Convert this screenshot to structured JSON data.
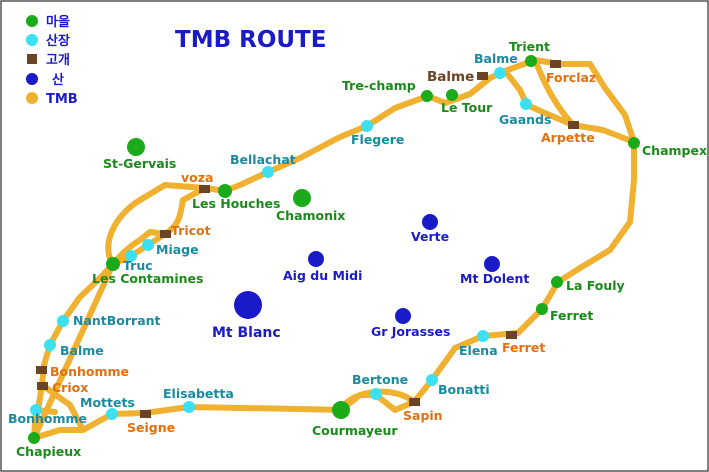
{
  "title": "TMB ROUTE",
  "colors": {
    "route": "#f0b030",
    "village": "#1aaa1a",
    "hut": "#3de0f0",
    "pass": "#6b4423",
    "mountain": "#1a1ac8",
    "village_text": "#1a8a1a",
    "hut_text": "#1a8aa0",
    "pass_text": "#e07010",
    "mountain_text": "#1a1ac8",
    "title": "#1a1ac8"
  },
  "legend": [
    {
      "type": "village",
      "label": "마을"
    },
    {
      "type": "hut",
      "label": "산장"
    },
    {
      "type": "pass",
      "label": "고개"
    },
    {
      "type": "mountain",
      "label": "산"
    },
    {
      "type": "route",
      "label": "TMB"
    }
  ],
  "places": [
    {
      "name": "Trient",
      "type": "village"
    },
    {
      "name": "Balme",
      "type": "hut"
    },
    {
      "name": "Balme",
      "type": "pass_dark"
    },
    {
      "name": "Forclaz",
      "type": "pass"
    },
    {
      "name": "Tre-champ",
      "type": "village"
    },
    {
      "name": "Le Tour",
      "type": "village"
    },
    {
      "name": "Gaands",
      "type": "hut"
    },
    {
      "name": "Arpette",
      "type": "pass"
    },
    {
      "name": "Champex",
      "type": "village"
    },
    {
      "name": "Flegere",
      "type": "hut"
    },
    {
      "name": "Bellachat",
      "type": "hut"
    },
    {
      "name": "St-Gervais",
      "type": "village"
    },
    {
      "name": "voza",
      "type": "pass"
    },
    {
      "name": "Les Houches",
      "type": "village"
    },
    {
      "name": "Chamonix",
      "type": "village"
    },
    {
      "name": "Tricot",
      "type": "pass"
    },
    {
      "name": "Miage",
      "type": "hut"
    },
    {
      "name": "Truc",
      "type": "hut"
    },
    {
      "name": "Les Contamines",
      "type": "village"
    },
    {
      "name": "NantBorrant",
      "type": "hut"
    },
    {
      "name": "Balme",
      "type": "hut"
    },
    {
      "name": "Bonhomme",
      "type": "pass"
    },
    {
      "name": "Criox",
      "type": "pass"
    },
    {
      "name": "Bonhomme",
      "type": "hut"
    },
    {
      "name": "Chapieux",
      "type": "village"
    },
    {
      "name": "Mottets",
      "type": "hut"
    },
    {
      "name": "Seigne",
      "type": "pass"
    },
    {
      "name": "Elisabetta",
      "type": "hut"
    },
    {
      "name": "Bertone",
      "type": "hut"
    },
    {
      "name": "Courmayeur",
      "type": "village"
    },
    {
      "name": "Sapin",
      "type": "pass"
    },
    {
      "name": "Bonatti",
      "type": "hut"
    },
    {
      "name": "Elena",
      "type": "hut"
    },
    {
      "name": "Ferret",
      "type": "pass"
    },
    {
      "name": "Ferret",
      "type": "village"
    },
    {
      "name": "La Fouly",
      "type": "village"
    },
    {
      "name": "Verte",
      "type": "mountain"
    },
    {
      "name": "Aig du Midi",
      "type": "mountain"
    },
    {
      "name": "Mt Dolent",
      "type": "mountain"
    },
    {
      "name": "Mt Blanc",
      "type": "mountain"
    },
    {
      "name": "Gr Jorasses",
      "type": "mountain"
    }
  ]
}
